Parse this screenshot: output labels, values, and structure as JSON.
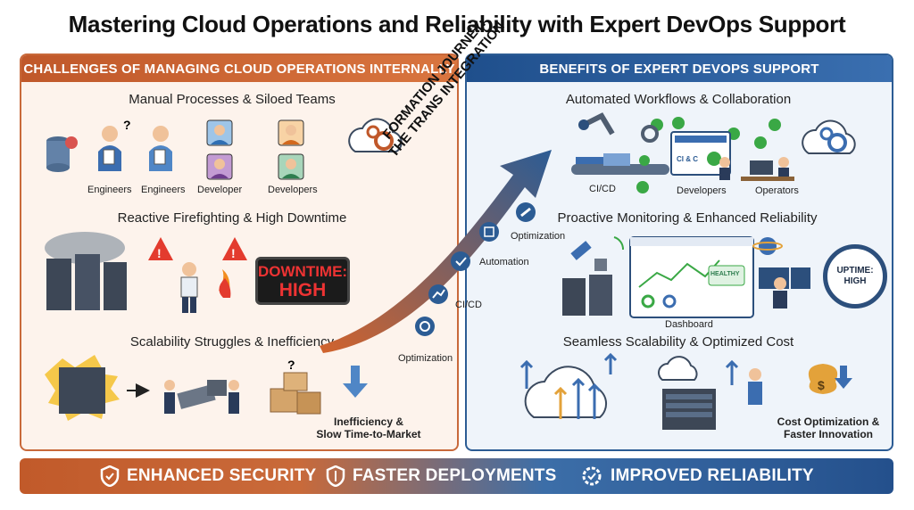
{
  "title": "Mastering Cloud Operations and Reliability with Expert DevOps Support",
  "left": {
    "header": "CHALLENGES OF MANAGING CLOUD OPERATIONS INTERNALLY",
    "sections": [
      {
        "title": "Manual Processes & Siloed Teams",
        "labels": [
          "Engineers",
          "Engineers",
          "Developer",
          "Developers"
        ]
      },
      {
        "title": "Reactive Firefighting & High Downtime",
        "downtime": [
          "DOWNTIME:",
          "HIGH"
        ]
      },
      {
        "title": "Scalability Struggles & Inefficiency",
        "caption": [
          "Inefficiency &",
          "Slow Time-to-Market"
        ]
      }
    ]
  },
  "right": {
    "header": "BENEFITS OF EXPERT DEVOPS SUPPORT",
    "sections": [
      {
        "title": "Automated Workflows & Collaboration",
        "labels": [
          "CI/CD",
          "Developers",
          "Operators"
        ],
        "screen_text": "CI & C"
      },
      {
        "title": "Proactive Monitoring & Enhanced Reliability",
        "labels": [
          "Dashboard"
        ],
        "uptime": [
          "UPTIME:",
          "HIGH"
        ],
        "healthy": "HEALTHY"
      },
      {
        "title": "Seamless Scalability & Optimized Cost",
        "caption": [
          "Cost Optimization &",
          "Faster Innovation"
        ]
      }
    ]
  },
  "journey": {
    "lines": [
      "FORMATION JOURNEY:",
      "THE TRANS INTEGRATION"
    ],
    "steps": [
      "Optimization",
      "CI/CD",
      "Automation",
      "Optimization"
    ]
  },
  "footer": [
    "ENHANCED SECURITY",
    "FASTER DEPLOYMENTS",
    "IMPROVED RELIABILITY"
  ],
  "colors": {
    "left_accent": "#c8693a",
    "right_accent": "#2c5c94",
    "alert": "#e33b2e",
    "success": "#3aa845"
  }
}
